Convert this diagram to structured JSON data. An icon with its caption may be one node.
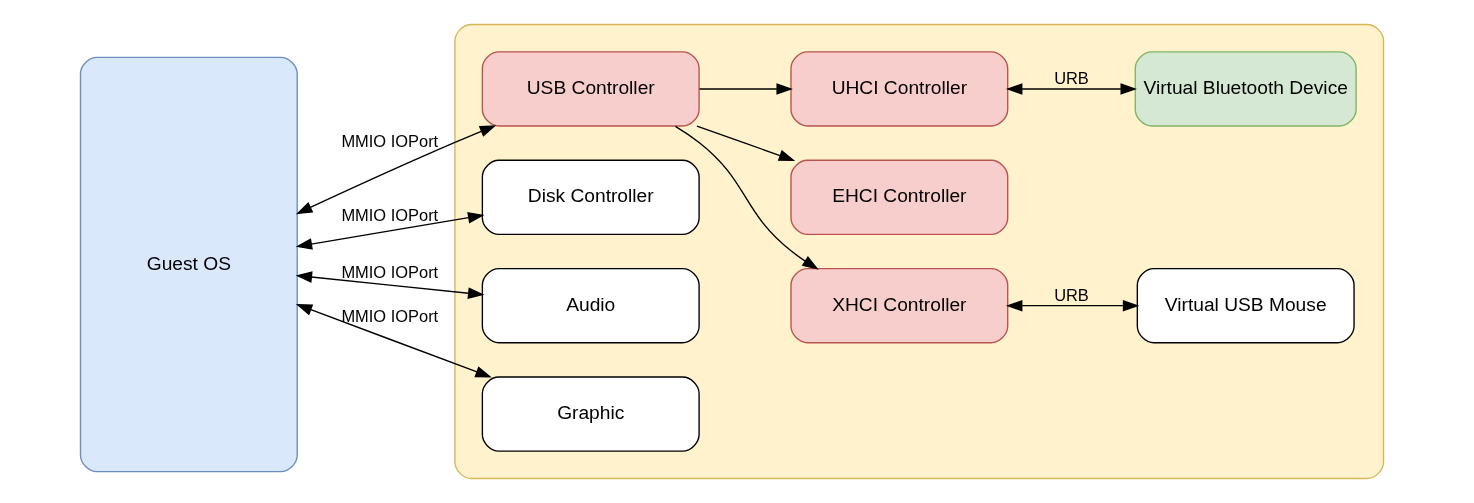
{
  "diagram": {
    "nodes": [
      {
        "text": [
          "Guest OS"
        ]
      },
      {
        "text": [],
        "shape": "box"
      },
      {
        "text": [
          "USB Controller"
        ],
        "in": 1
      },
      {
        "text": [
          "Disk Controller"
        ],
        "in": 1
      },
      {
        "text": [
          "Audio"
        ],
        "in": 1
      },
      {
        "text": [
          "Graphic"
        ],
        "in": 1
      },
      {
        "text": [
          "XHCI Controller"
        ],
        "in": 1
      },
      {
        "text": [
          "EHCI Controller"
        ],
        "in": 1
      },
      {
        "text": [
          "UHCI Controller"
        ],
        "in": 1
      },
      {
        "text": [
          "Virtual USB Mouse"
        ],
        "in": 1
      },
      {
        "text": [
          "Virtual Bluetooth Device"
        ],
        "in": 1
      }
    ],
    "edges": [
      {
        "from": 0,
        "to": 2,
        "arrow": "both",
        "label": "MMIO IOPort"
      },
      {
        "from": 0,
        "to": 3,
        "arrow": "both",
        "label": "MMIO IOPort"
      },
      {
        "from": 0,
        "to": 4,
        "arrow": "both",
        "label": "MMIO IOPort"
      },
      {
        "from": 0,
        "to": 5,
        "arrow": "both",
        "label": "MMIO IOPort"
      },
      {
        "from": 2,
        "to": 6,
        "arrow": "to"
      },
      {
        "from": 2,
        "to": 7,
        "arrow": "to"
      },
      {
        "from": 2,
        "to": 8,
        "arrow": "to"
      },
      {
        "from": 6,
        "to": 9,
        "arrow": "both",
        "label": "URB"
      },
      {
        "from": 8,
        "to": 10,
        "arrow": "both",
        "label": "URB"
      }
    ]
  }
}
